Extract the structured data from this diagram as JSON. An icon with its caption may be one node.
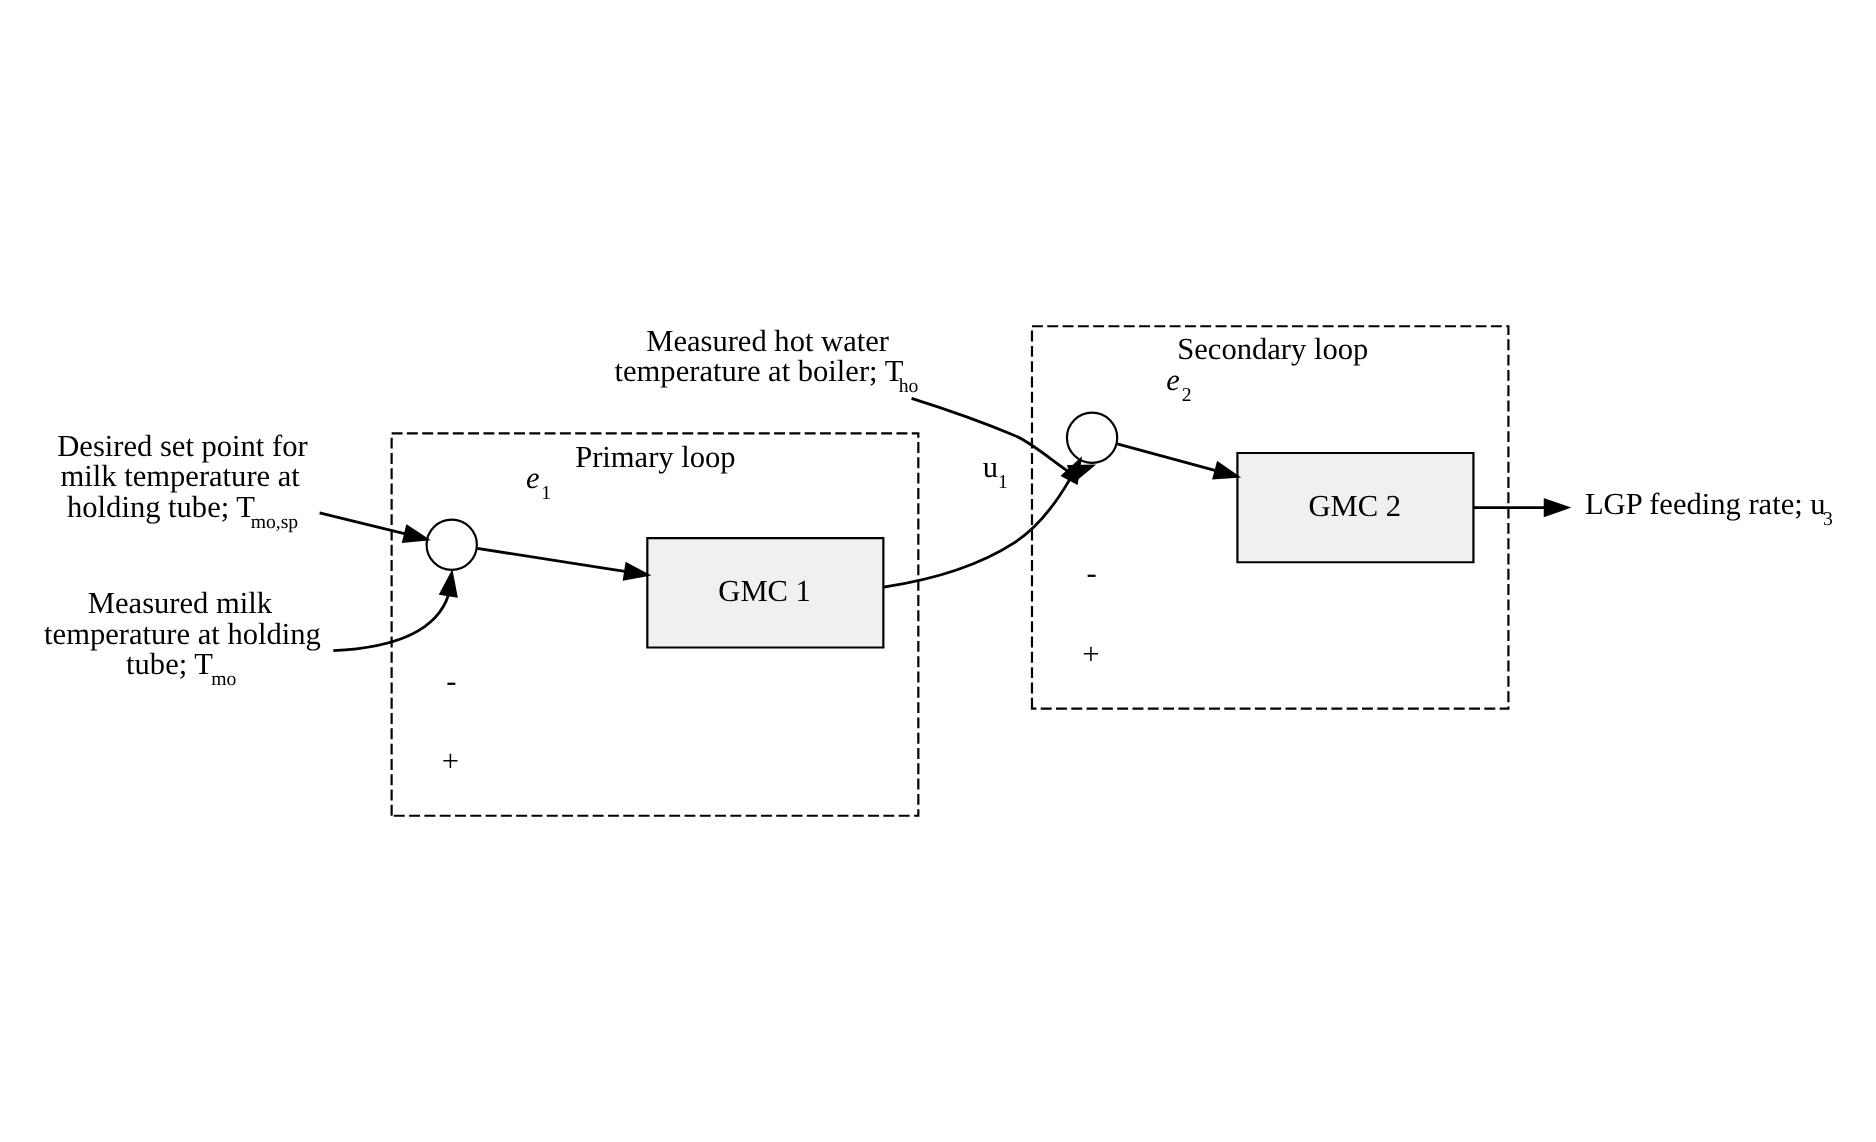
{
  "diagram": {
    "nodes": [
      {
        "text": [
          "Primary loop"
        ]
      },
      {
        "text": [
          "Desired set point for milk temperature at holding tube; T$_{mo,sp}$"
        ]
      },
      {
        "text": [],
        "shape": "circle",
        "in": 0
      },
      {
        "text": [
          "GMC 1"
        ],
        "in": 0
      },
      {
        "text": [
          "Measured milk temperature at holding tube; T$_{mo}$"
        ]
      },
      {
        "text": [
          "Secondary loop"
        ]
      },
      {
        "text": [],
        "shape": "circle",
        "in": 5
      },
      {
        "text": [
          "GMC 2"
        ],
        "in": 5
      },
      {
        "text": [
          "Measured hot water temperature at boiler; T$_{ho}$"
        ]
      },
      {
        "text": [
          "LGP feeding rate; u$_{3}$"
        ]
      }
    ],
    "edges": [
      {
        "from": 1,
        "to": 2,
        "arrow": "to"
      },
      {
        "from": 4,
        "to": 2,
        "arrow": "to"
      },
      {
        "from": 2,
        "to": 3,
        "arrow": "to",
        "label": "*e*$_{1}$"
      },
      {
        "from": 3,
        "to": 6,
        "arrow": "to",
        "label": "u$_{1}$"
      },
      {
        "from": 8,
        "to": 6,
        "arrow": "to"
      },
      {
        "from": 6,
        "to": 7,
        "arrow": "to",
        "label": "*e*$_{2}$"
      },
      {
        "from": 7,
        "to": 9,
        "arrow": "to"
      }
    ],
    "labels": [
      "+",
      "-",
      "+",
      "-"
    ]
  }
}
